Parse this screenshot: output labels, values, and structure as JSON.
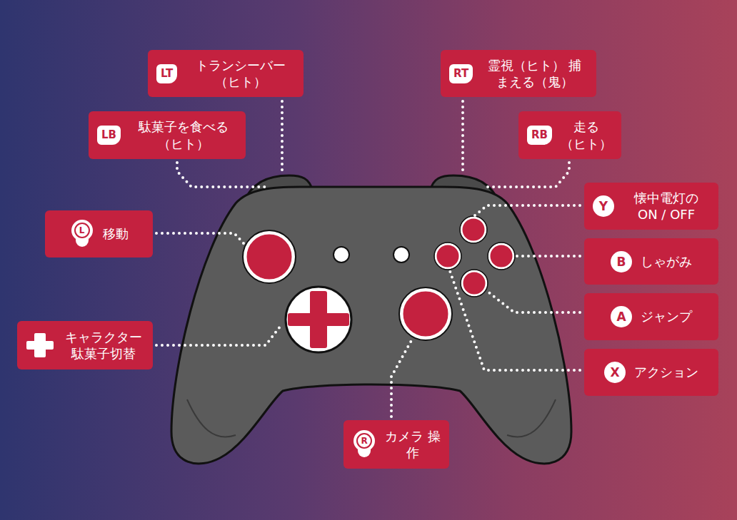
{
  "diagram": {
    "nodes": [
      {
        "text": [
          "LT",
          "トランシーバー （ヒト）"
        ]
      },
      {
        "text": [
          "RT",
          "霊視（ヒト） 捕まえる（鬼）"
        ]
      },
      {
        "text": [
          "LB",
          "駄菓子を食べる （ヒト）"
        ]
      },
      {
        "text": [
          "RB",
          "走る （ヒト）"
        ]
      },
      {
        "text": [
          "Y",
          "懐中電灯の ON / OFF"
        ]
      },
      {
        "text": [
          "L",
          "移動"
        ]
      },
      {
        "text": [
          "B",
          "しゃがみ"
        ]
      },
      {
        "text": [
          "A",
          "ジャンプ"
        ]
      },
      {
        "text": [
          "キャラクター 駄菓子切替"
        ]
      },
      {
        "text": [
          "X",
          "アクション"
        ]
      },
      {
        "text": [
          "R",
          "カメラ 操作"
        ]
      }
    ]
  }
}
